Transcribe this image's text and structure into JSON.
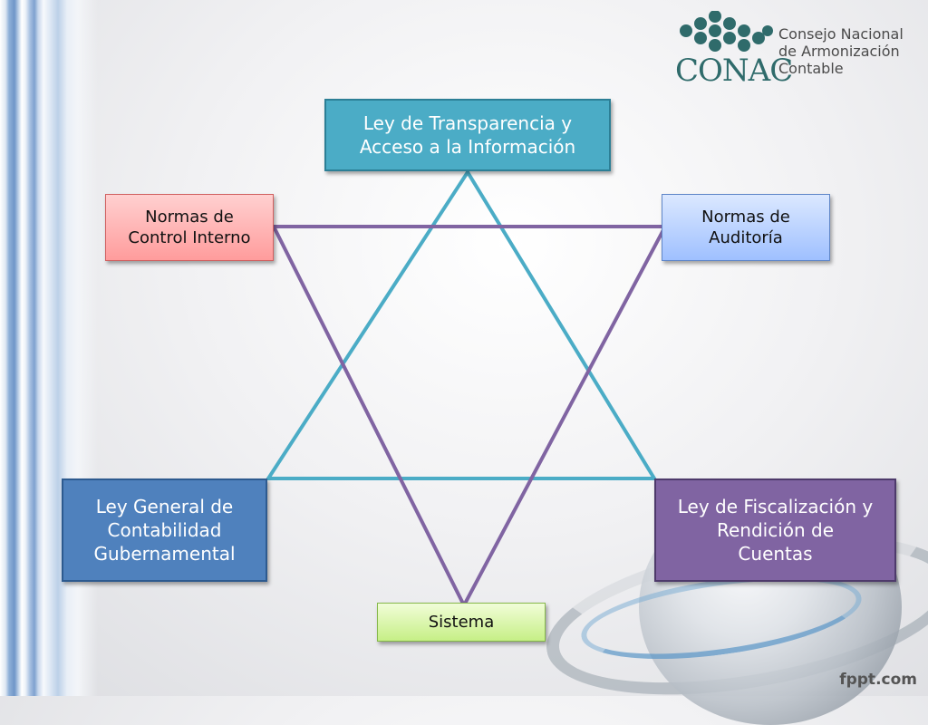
{
  "logo": {
    "name": "CONAC",
    "line1": "Consejo Nacional",
    "line2": "de Armonización",
    "line3": "Contable"
  },
  "nodes": {
    "transparencia": {
      "line1": "Ley de Transparencia y",
      "line2": "Acceso a la Información"
    },
    "control": {
      "line1": "Normas de",
      "line2": "Control Interno"
    },
    "auditoria": {
      "line1": "Normas de",
      "line2": "Auditoría"
    },
    "contabilidad": {
      "line1": "Ley General de",
      "line2": "Contabilidad",
      "line3": "Gubernamental"
    },
    "fiscalizacion": {
      "line1": "Ley de Fiscalización y",
      "line2": "Rendición de",
      "line3": "Cuentas"
    },
    "sistema": {
      "line1": "Sistema"
    }
  },
  "colors": {
    "teal": "#4bacc6",
    "purple": "#8064a2",
    "blue": "#4f81bd",
    "red_fill": "#ffb3b3",
    "blue_fill": "#b9d2ff",
    "green_fill": "#d8f5a5"
  },
  "footer": {
    "credit": "fppt.com"
  }
}
